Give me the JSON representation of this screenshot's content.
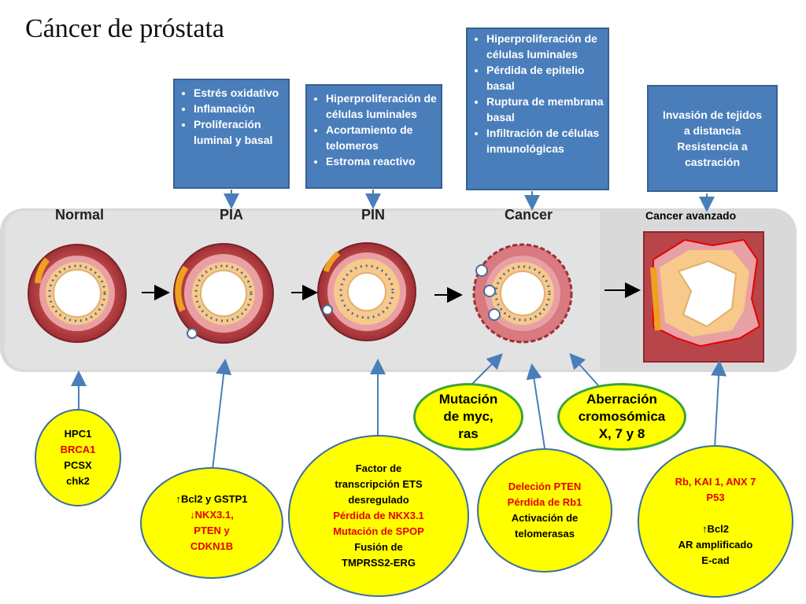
{
  "title": "Cáncer de próstata",
  "top_boxes": {
    "pia": [
      "Estrés oxidativo",
      "Inflamación",
      "Proliferación luminal y basal"
    ],
    "pin": [
      "Hiperproliferación de células luminales",
      "Acortamiento de telomeros",
      "Estroma reactivo"
    ],
    "cancer": [
      "Hiperproliferación de células luminales",
      "Pérdida de epitelio basal",
      "Ruptura de membrana basal",
      "Infiltración de células inmunológicas"
    ],
    "advanced": [
      "Invasión de tejidos",
      "a distancia",
      "Resistencia a",
      "castración"
    ]
  },
  "stages": {
    "normal": "Normal",
    "pia": "PIA",
    "pin": "PIN",
    "cancer": "Cancer",
    "advanced": "Cancer avanzado"
  },
  "bottom": {
    "normal": [
      {
        "text": "HPC1",
        "red": false
      },
      {
        "text": "BRCA1",
        "red": true
      },
      {
        "text": "PCSX",
        "red": false
      },
      {
        "text": "chk2",
        "red": false
      }
    ],
    "pia": [
      {
        "text": "↑Bcl2 y GSTP1",
        "red": false
      },
      {
        "text": "↓NKX3.1,",
        "red": true
      },
      {
        "text": "PTEN y",
        "red": true
      },
      {
        "text": "CDKN1B",
        "red": true
      }
    ],
    "pin": [
      {
        "text": "Factor de",
        "red": false
      },
      {
        "text": "transcripción ETS",
        "red": false
      },
      {
        "text": "desregulado",
        "red": false
      },
      {
        "text": "Pérdida de NKX3.1",
        "red": true
      },
      {
        "text": "Mutación de SPOP",
        "red": true
      },
      {
        "text": "Fusión de",
        "red": false
      },
      {
        "text": "TMPRSS2-ERG",
        "red": false
      }
    ],
    "cancer": [
      {
        "text": "Deleción PTEN",
        "red": true
      },
      {
        "text": "Pérdida de Rb1",
        "red": true
      },
      {
        "text": "Activación de",
        "red": false
      },
      {
        "text": "telomerasas",
        "red": false
      }
    ],
    "advanced": [
      {
        "text": "Rb, KAI 1, ANX 7",
        "red": true
      },
      {
        "text": "P53",
        "red": true
      },
      {
        "text": "",
        "red": false
      },
      {
        "text": "↑Bcl2",
        "red": false
      },
      {
        "text": "AR amplificado",
        "red": false
      },
      {
        "text": "E-cad",
        "red": false
      }
    ]
  },
  "green": {
    "myc": [
      "Mutación",
      "de myc,",
      "ras"
    ],
    "aberr": [
      "Aberración",
      "cromosómica",
      "X, 7 y 8"
    ]
  },
  "colors": {
    "box_blue": "#4a7ebb",
    "ellipse_yellow": "#ffff00",
    "highlight_red": "#e60000",
    "green_border": "#3aa33a"
  }
}
